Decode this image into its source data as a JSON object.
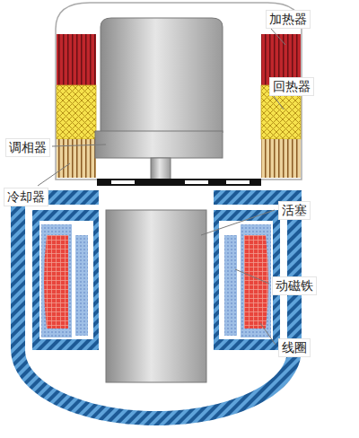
{
  "diagram": {
    "labels": [
      "加热器",
      "回热器",
      "调相器",
      "冷却器",
      "活塞",
      "动磁铁",
      "线圈"
    ]
  }
}
